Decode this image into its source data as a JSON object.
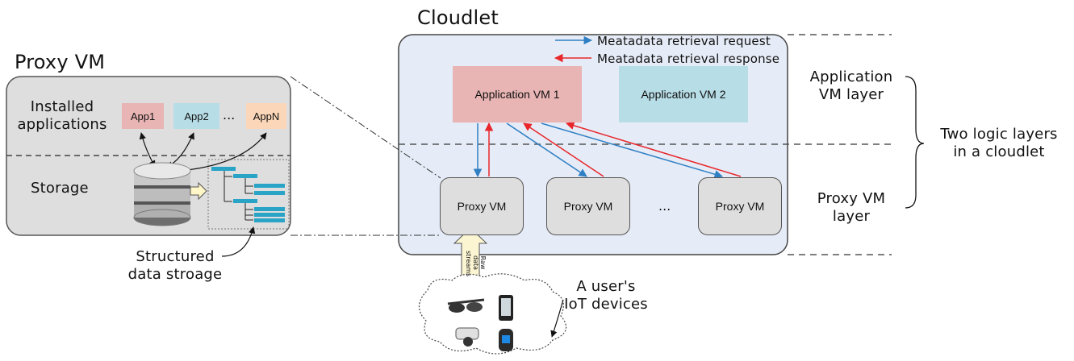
{
  "proxy_panel": {
    "title": "Proxy VM",
    "installed_label": "Installed\napplications",
    "storage_label": "Storage",
    "apps": [
      "App1",
      "App2",
      "...",
      "AppN"
    ],
    "structured_label": "Structured\ndata stroage"
  },
  "cloudlet": {
    "title": "Cloudlet",
    "legend": {
      "request": "Meatadata retrieval request",
      "response": "Meatadata retrieval response"
    },
    "app_vms": [
      "Application VM 1",
      "Application VM 2"
    ],
    "proxy_vms": [
      "Proxy VM",
      "Proxy VM",
      "...",
      "Proxy VM"
    ],
    "raw_streams": "Raw data\nstreams"
  },
  "layers": {
    "app_layer": "Application\nVM layer",
    "proxy_layer": "Proxy VM\nlayer",
    "brace_label": "Two logic layers\nin a cloudlet"
  },
  "iot": {
    "label": "A user's\nIoT devices"
  },
  "colors": {
    "request_arrow": "#2f7fc4",
    "response_arrow": "#e8262b",
    "app1_fill": "#e8b4b4",
    "app2_fill": "#b7dde6",
    "cloudlet_fill": "#e6ecf7",
    "panel_fill": "#dedede"
  }
}
